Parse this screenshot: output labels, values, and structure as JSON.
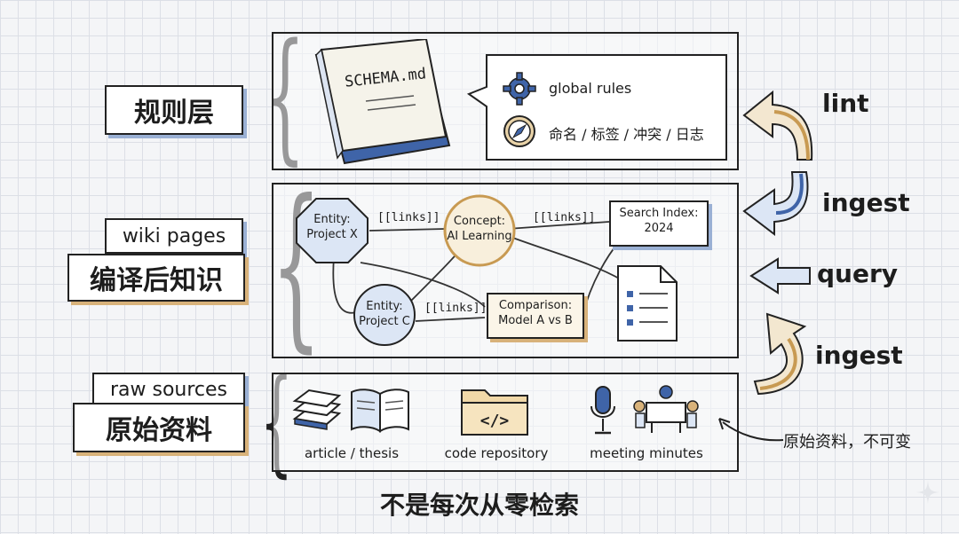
{
  "layers": {
    "rules": {
      "title": "规则层",
      "book_title": "SCHEMA.md",
      "callout_line1": "global rules",
      "callout_line2": "命名 / 标签 / 冲突 / 日志"
    },
    "wiki": {
      "tag": "wiki pages",
      "title": "编译后知识"
    },
    "raw": {
      "tag": "raw sources",
      "title": "原始资料"
    }
  },
  "graph": {
    "entity_x_line1": "Entity:",
    "entity_x_line2": "Project X",
    "concept_line1": "Concept:",
    "concept_line2": "AI Learning",
    "search_line1": "Search Index:",
    "search_line2": "2024",
    "entity_c_line1": "Entity:",
    "entity_c_line2": "Project C",
    "comparison_line1": "Comparison:",
    "comparison_line2": "Model A vs B",
    "link1": "[[links]]",
    "link2": "[[links]]",
    "link3": "[[links]]"
  },
  "sources": [
    "article / thesis",
    "code repository",
    "meeting minutes"
  ],
  "actions": {
    "lint": "lint",
    "ingest_top": "ingest",
    "query": "query",
    "ingest_bottom": "ingest"
  },
  "note": "原始资料，不可变",
  "footer": "不是每次从零检索",
  "colors": {
    "blue": "#3f64a8",
    "gold": "#d8b27a",
    "ink": "#222222"
  }
}
